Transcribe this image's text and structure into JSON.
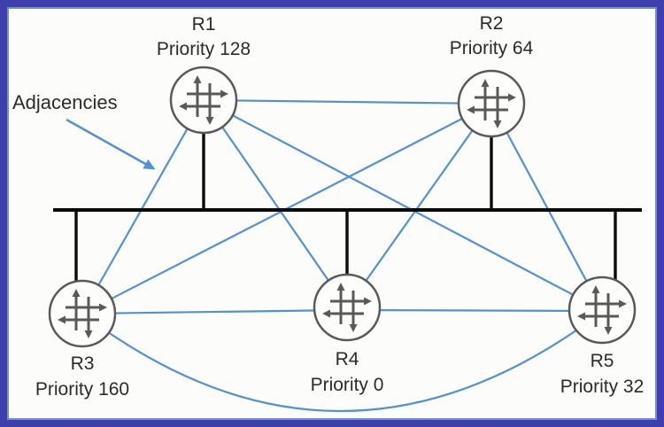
{
  "diagram": {
    "annotation": {
      "label": "Adjacencies"
    },
    "routers": [
      {
        "id": "R1",
        "name": "R1",
        "priority_label": "Priority 128",
        "priority": 128
      },
      {
        "id": "R2",
        "name": "R2",
        "priority_label": "Priority 64",
        "priority": 64
      },
      {
        "id": "R3",
        "name": "R3",
        "priority_label": "Priority 160",
        "priority": 160
      },
      {
        "id": "R4",
        "name": "R4",
        "priority_label": "Priority 0",
        "priority": 0
      },
      {
        "id": "R5",
        "name": "R5",
        "priority_label": "Priority 32",
        "priority": 32
      }
    ],
    "adjacency_links": [
      {
        "from": "R1",
        "to": "R2",
        "shape": "straight"
      },
      {
        "from": "R1",
        "to": "R3",
        "shape": "straight"
      },
      {
        "from": "R1",
        "to": "R4",
        "shape": "straight"
      },
      {
        "from": "R1",
        "to": "R5",
        "shape": "straight"
      },
      {
        "from": "R2",
        "to": "R3",
        "shape": "straight"
      },
      {
        "from": "R2",
        "to": "R4",
        "shape": "straight"
      },
      {
        "from": "R2",
        "to": "R5",
        "shape": "straight"
      },
      {
        "from": "R3",
        "to": "R4",
        "shape": "straight"
      },
      {
        "from": "R4",
        "to": "R5",
        "shape": "straight"
      },
      {
        "from": "R3",
        "to": "R5",
        "shape": "arc-below"
      }
    ],
    "lan_bus": {
      "type": "shared-broadcast-segment",
      "connected_routers": [
        "R1",
        "R2",
        "R3",
        "R4",
        "R5"
      ]
    },
    "colors": {
      "frame_outer": "#3e3ead",
      "frame_inner": "#7291cd",
      "adjacency_line": "#5590cf",
      "bus_line": "#0a0a0a",
      "router_icon": "#595959",
      "label_text": "#2b2b2b",
      "background": "#fcfcfb"
    }
  }
}
